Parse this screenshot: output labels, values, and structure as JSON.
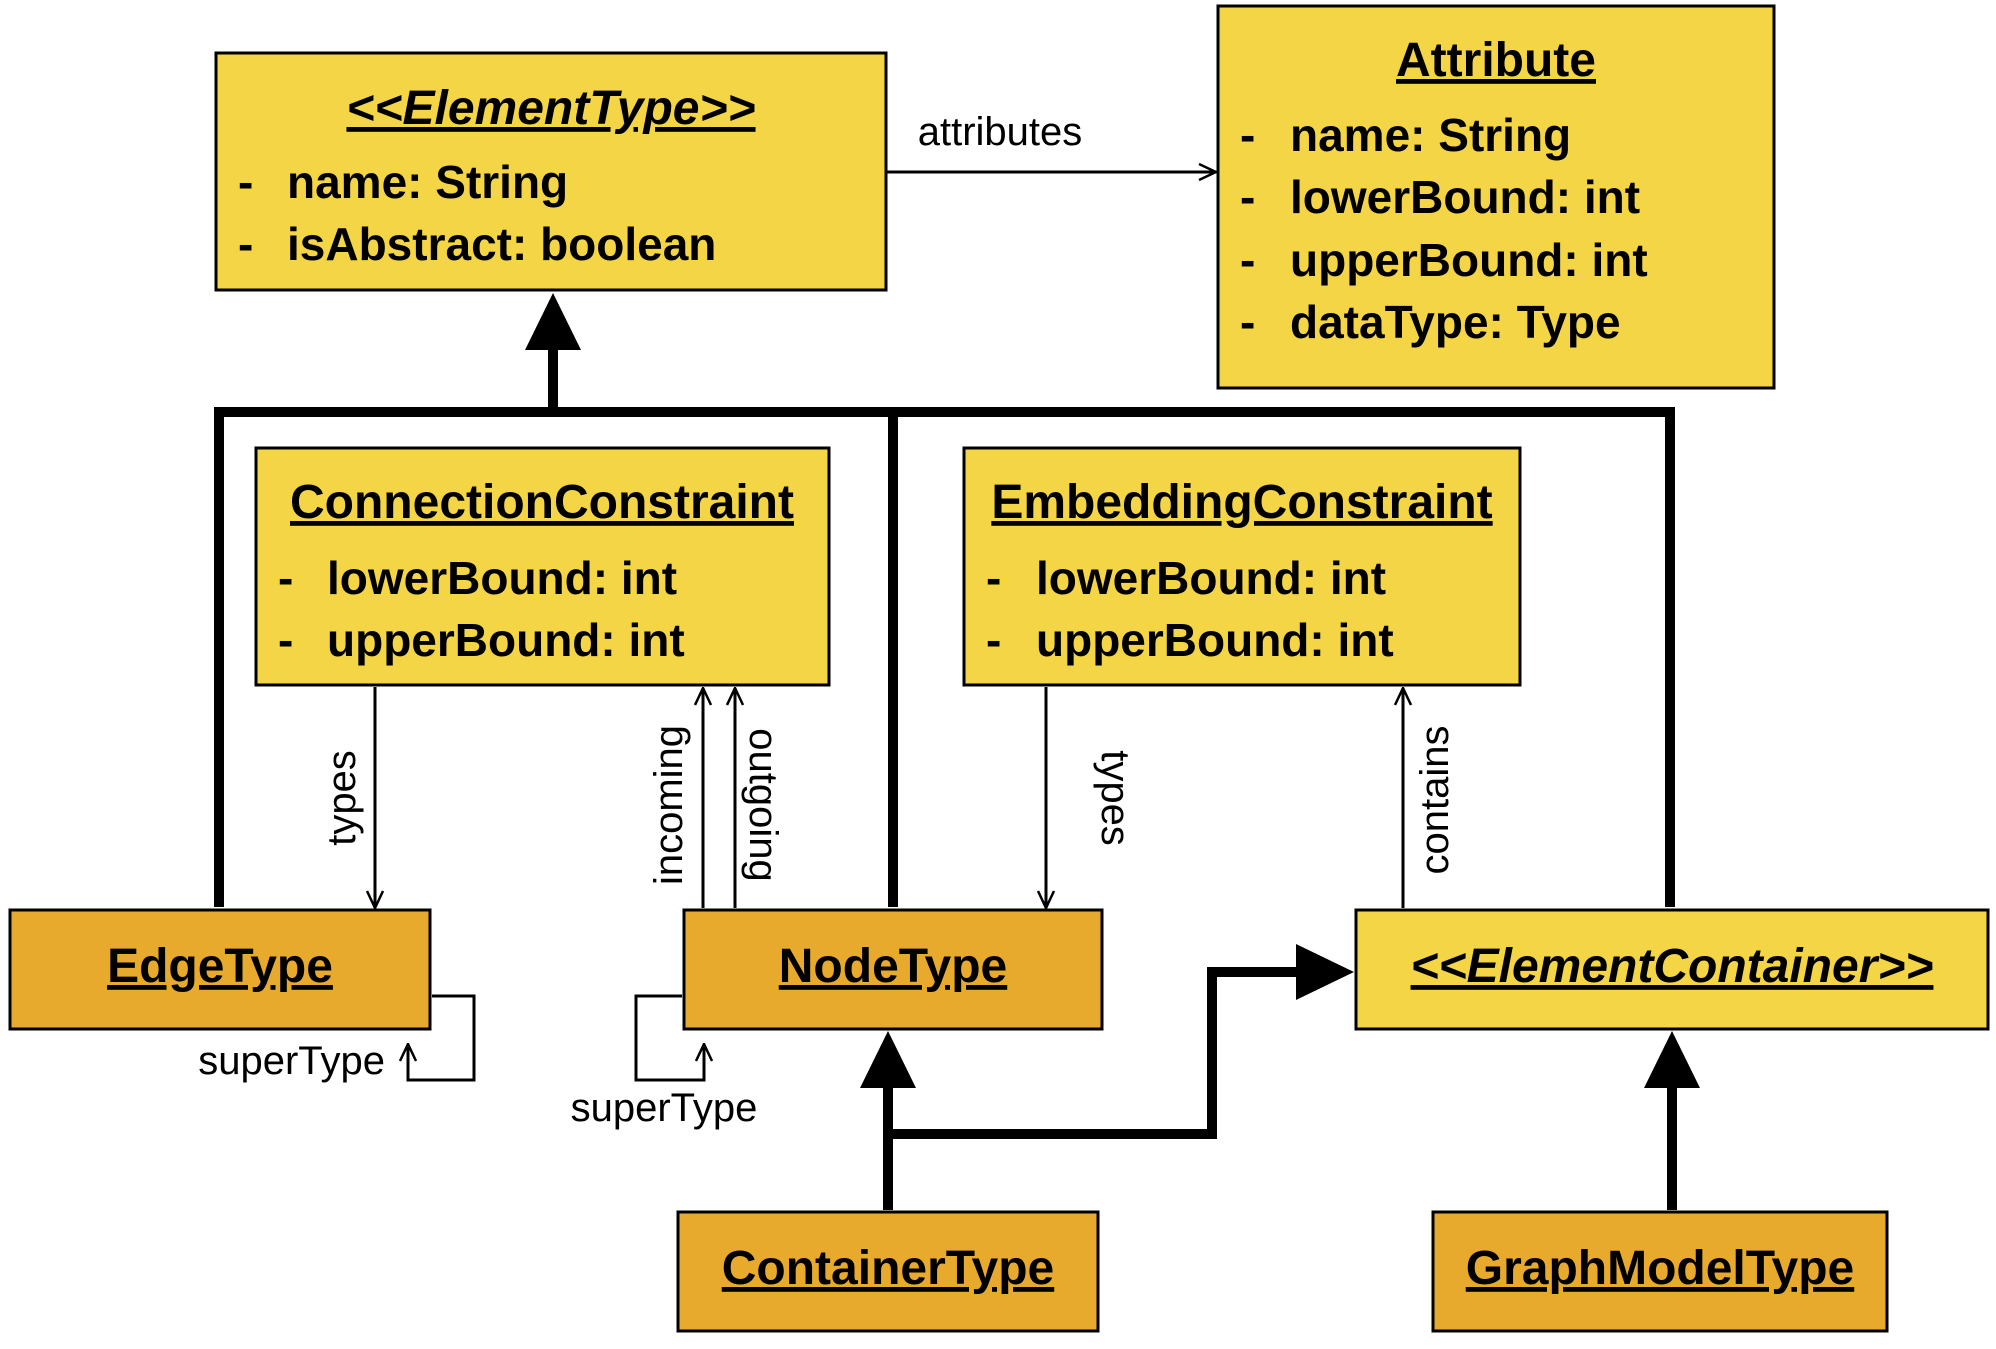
{
  "colors": {
    "light_box": "#f3d545",
    "dark_box": "#e8aa2c",
    "stroke": "#000000"
  },
  "element_type": {
    "title": "<<ElementType>>",
    "attributes": [
      "name: String",
      "isAbstract: boolean"
    ]
  },
  "attribute": {
    "title": "Attribute",
    "attributes": [
      "name: String",
      "lowerBound: int",
      "upperBound: int",
      "dataType: Type"
    ]
  },
  "connection_constraint": {
    "title": "ConnectionConstraint",
    "attributes": [
      "lowerBound: int",
      "upperBound: int"
    ]
  },
  "embedding_constraint": {
    "title": "EmbeddingConstraint",
    "attributes": [
      "lowerBound: int",
      "upperBound: int"
    ]
  },
  "edge_type": {
    "title": "EdgeType"
  },
  "node_type": {
    "title": "NodeType"
  },
  "element_container": {
    "title": "<<ElementContainer>>"
  },
  "container_type": {
    "title": "ContainerType"
  },
  "graph_model_type": {
    "title": "GraphModelType"
  },
  "bullet": "-",
  "labels": {
    "attributes": "attributes",
    "types_cc": "types",
    "incoming": "incoming",
    "outgoing": "outgoing",
    "types_ec": "types",
    "contains": "contains",
    "edge_super": "superType",
    "node_super": "superType"
  }
}
